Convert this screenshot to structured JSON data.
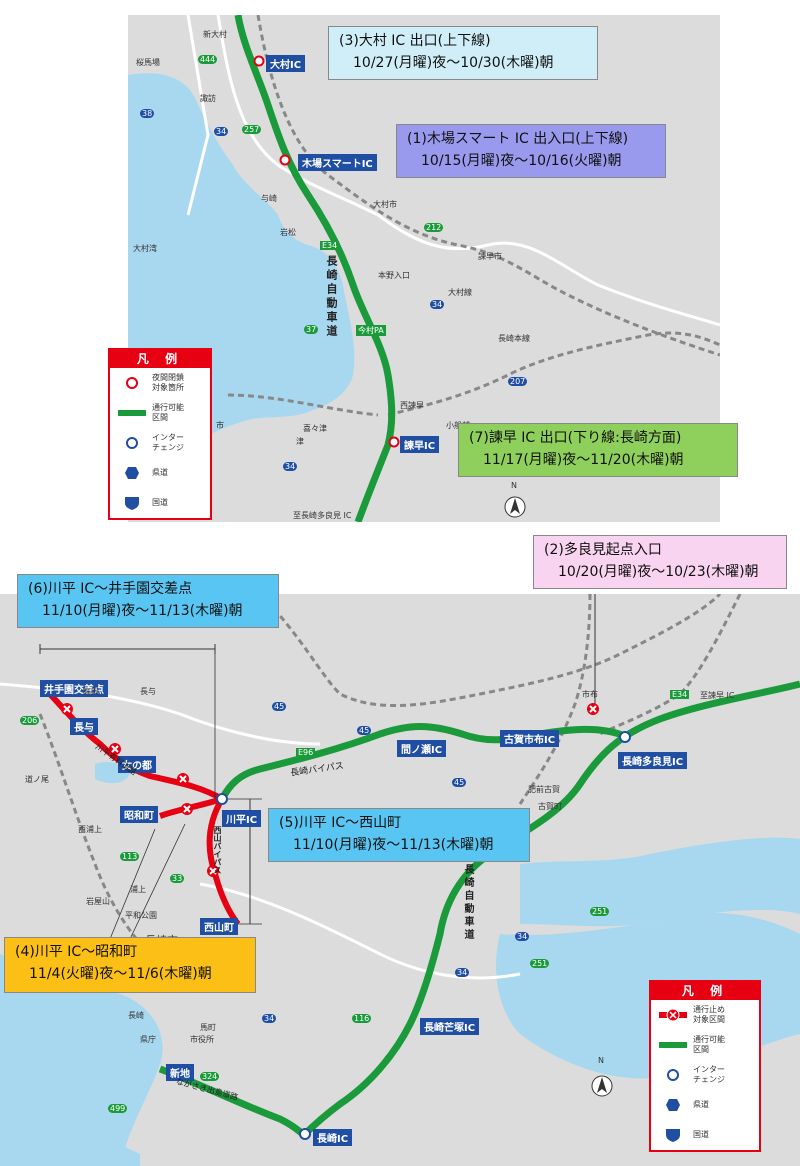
{
  "map_top": {
    "callouts": [
      {
        "line1": "(3)大村 IC 出口(上下線)",
        "line2": "10/27(月曜)夜～10/30(木曜)朝",
        "color": "#cfeef8"
      },
      {
        "line1": "(1)木場スマート IC 出入口(上下線)",
        "line2": "10/15(月曜)夜～10/16(火曜)朝",
        "color": "#9999ee"
      },
      {
        "line1": "(7)諫早 IC 出口(下り線:長崎方面)",
        "line2": "11/17(月曜)夜～11/20(木曜)朝",
        "color": "#8ed05b"
      }
    ],
    "interchanges": [
      "大村IC",
      "木場スマートIC",
      "諫早IC"
    ],
    "expressway_name": "長崎自動車道",
    "route_badge": "E34",
    "pa_label": "今村PA",
    "destination": "至長崎多良見 IC",
    "place_labels": [
      "新大村",
      "桜馬場",
      "諏訪",
      "与崎",
      "岩松",
      "大村湾",
      "大村市",
      "本野入口",
      "諫早市",
      "大村線",
      "長崎本線",
      "西諫早",
      "小船越",
      "喜々津",
      "津",
      "市"
    ],
    "route_numbers": [
      "444",
      "38",
      "34",
      "257",
      "212",
      "34",
      "37",
      "207",
      "34"
    ],
    "legend": {
      "title": "凡 例",
      "items": [
        {
          "label": "夜間閉鎖 対象箇所",
          "icon": "closure-circle-icon"
        },
        {
          "label": "通行可能 区間",
          "icon": "green-line-icon"
        },
        {
          "label": "インター チェンジ",
          "icon": "interchange-circle-icon"
        },
        {
          "label": "県道",
          "icon": "prefectural-road-icon"
        },
        {
          "label": "国道",
          "icon": "national-road-icon"
        }
      ]
    },
    "north_label": "N"
  },
  "map_bottom": {
    "callouts": [
      {
        "line1": "(2)多良見起点入口",
        "line2": "10/20(月曜)夜～10/23(木曜)朝",
        "color": "#f8d4f0"
      },
      {
        "line1": "(6)川平 IC～井手園交差点",
        "line2": "11/10(月曜)夜～11/13(木曜)朝",
        "color": "#58c5f2"
      },
      {
        "line1": "(5)川平 IC～西山町",
        "line2": "11/10(月曜)夜～11/13(木曜)朝",
        "color": "#58c5f2"
      },
      {
        "line1": "(4)川平 IC～昭和町",
        "line2": "11/4(火曜)夜～11/6(木曜)朝",
        "color": "#fbbf15"
      }
    ],
    "interchanges": [
      "井手園交差点",
      "長与",
      "女の都",
      "昭和町",
      "川平IC",
      "西山町",
      "間ノ瀬IC",
      "古賀市布IC",
      "長崎多良見IC",
      "長崎芒塚IC",
      "新地",
      "長崎IC"
    ],
    "route_badge": "E34",
    "e96_badge": "E96",
    "road_names": {
      "bypass": "長崎バイパス",
      "expressway": "長崎自動車道",
      "kawahira": "川平有料道路",
      "nishiyama": "西山バイパス",
      "dejima": "ながさき出島道路"
    },
    "destination": "至諫早 IC",
    "place_labels": [
      "高田",
      "長与",
      "道ノ尾",
      "西浦上",
      "岩屋山",
      "浦上",
      "平和公園",
      "長崎市",
      "県庁",
      "市役所",
      "馬町",
      "長崎",
      "肥前古賀",
      "古賀町",
      "市布"
    ],
    "route_numbers": [
      "206",
      "45",
      "45",
      "45",
      "113",
      "34",
      "116",
      "251",
      "251",
      "34",
      "34",
      "499",
      "324",
      "33"
    ],
    "legend": {
      "title": "凡 例",
      "items": [
        {
          "label": "通行止め 対象区間",
          "icon": "closure-segment-icon"
        },
        {
          "label": "通行可能 区間",
          "icon": "green-line-icon"
        },
        {
          "label": "インター チェンジ",
          "icon": "interchange-circle-icon"
        },
        {
          "label": "県道",
          "icon": "prefectural-road-icon"
        },
        {
          "label": "国道",
          "icon": "national-road-icon"
        }
      ]
    },
    "north_label": "N"
  },
  "colors": {
    "expressway": "#1a9a3a",
    "closure": "#e60012",
    "interchange": "#1f4ea3",
    "water": "#a8d8f0",
    "land": "#dcdcdc"
  }
}
